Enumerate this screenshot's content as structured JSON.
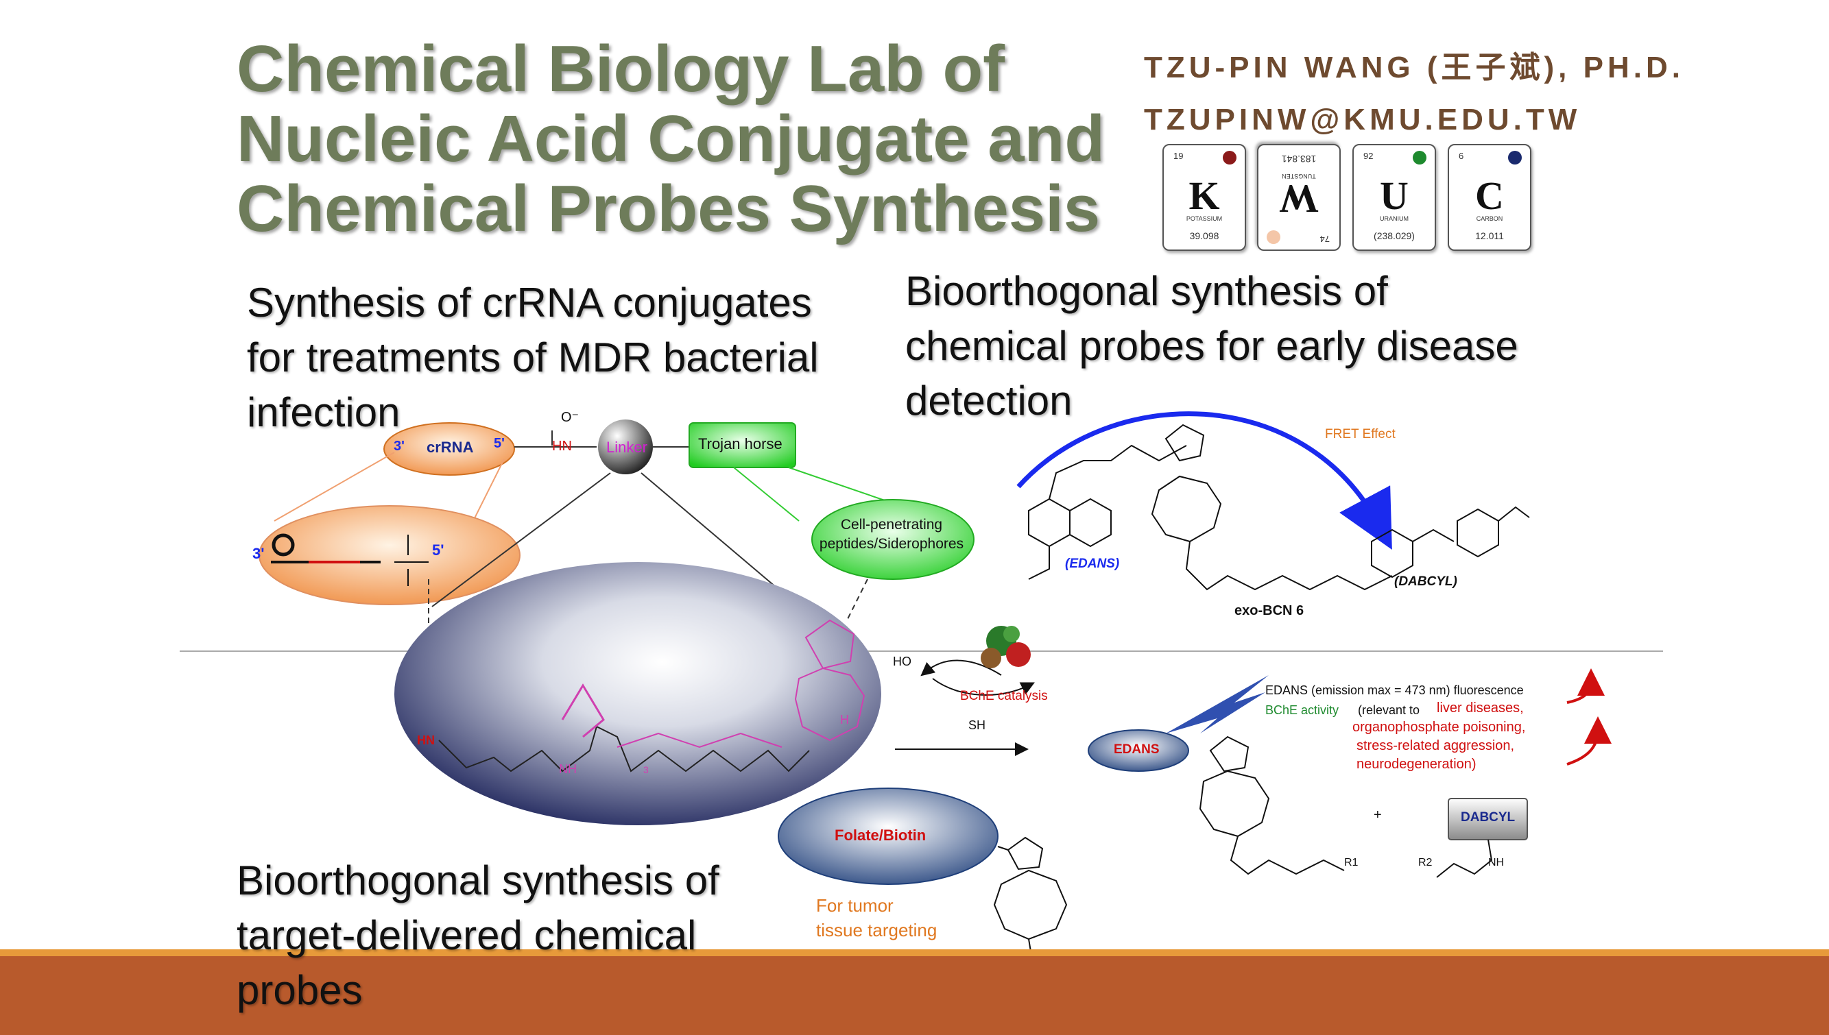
{
  "header": {
    "title_lines": [
      "Chemical Biology Lab of",
      "Nucleic Acid Conjugate and",
      "Chemical Probes Synthesis"
    ],
    "author": "TZU-PIN WANG (王子斌), PH.D.",
    "email": "TZUPINW@KMU.EDU.TW"
  },
  "element_tiles": [
    {
      "number": "19",
      "symbol": "K",
      "name": "POTASSIUM",
      "weight": "39.098",
      "dot_color": "#8b1a1a"
    },
    {
      "number": "74",
      "symbol": "W",
      "name": "TUNGSTEN",
      "weight": "183.841",
      "dot_color": "#f4c6a8"
    },
    {
      "number": "92",
      "symbol": "U",
      "name": "URANIUM",
      "weight": "(238.029)",
      "dot_color": "#1e8a2e"
    },
    {
      "number": "6",
      "symbol": "C",
      "name": "CARBON",
      "weight": "12.011",
      "dot_color": "#1a2a6e"
    }
  ],
  "sections": {
    "crrna_heading": [
      "Synthesis of crRNA conjugates",
      "for treatments of MDR bacterial",
      "infection"
    ],
    "probes_heading": [
      "Bioorthogonal synthesis of",
      "chemical probes for early disease",
      "detection"
    ],
    "target_heading": [
      "Bioorthogonal synthesis of",
      "target-delivered chemical",
      "probes"
    ]
  },
  "crrna_diagram": {
    "crrna_label": "crRNA",
    "three_prime": "3'",
    "five_prime": "5'",
    "hn": "HN",
    "linker_label": "Linker",
    "trojan_label": "Trojan horse",
    "cell_penetrating_label": "Cell-penetrating peptides/Siderophores",
    "o_minus": "O⁻",
    "hn_red": "HN",
    "nh": "NH",
    "h_label": "H",
    "three_sub": "3"
  },
  "probe_diagram": {
    "fret_label": "FRET Effect",
    "edans": "(EDANS)",
    "dabcyl": "(DABCYL)",
    "exo_bcn": "exo-BCN 6",
    "bche_catalysis": "BChE catalysis",
    "edans_pill": "EDANS",
    "dabcyl_box": "DABCYL",
    "emission_line": "EDANS (emission max = 473 nm) fluorescence",
    "bche_activity": "BChE activity",
    "relevant": "(relevant to",
    "liver": "liver diseases,",
    "organo": "organophosphate poisoning,",
    "stress": "stress-related aggression,",
    "neuro": "neurodegeneration)",
    "plus": "+",
    "ho": "HO",
    "sh": "SH",
    "r1": "R1",
    "r2": "R2",
    "nh": "NH"
  },
  "target_diagram": {
    "folate_label": "Folate/Biotin",
    "tumor_line1": "For tumor",
    "tumor_line2": "tissue targeting",
    "n_sub": "3"
  }
}
